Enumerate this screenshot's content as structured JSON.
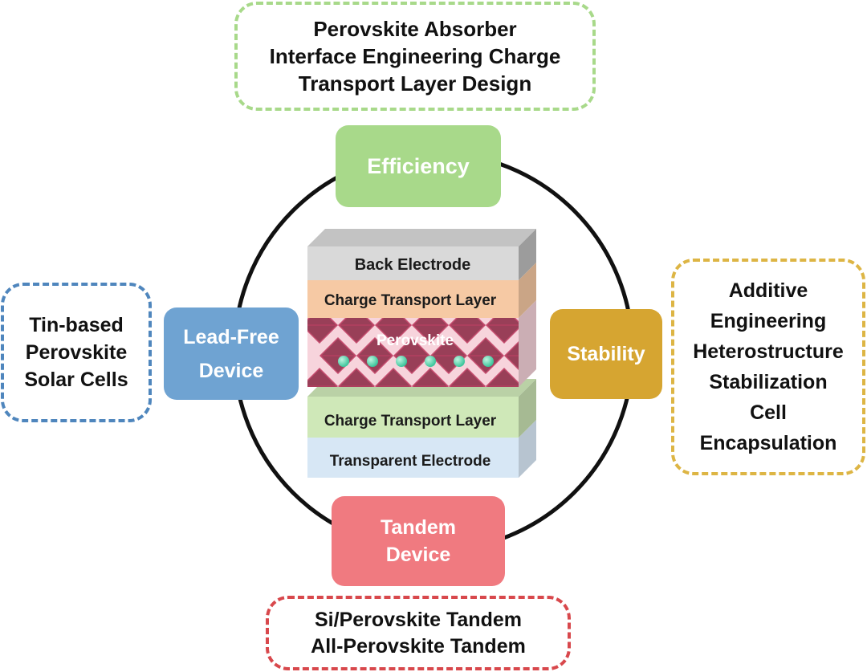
{
  "colors": {
    "efficiency": "#a8d98a",
    "stability": "#d6a531",
    "lead_free": "#6fa3d2",
    "tandem": "#f07a80",
    "efficiency_border": "#a8d98a",
    "stability_border": "#ddb544",
    "lead_free_border": "#4f86bd",
    "tandem_border": "#d8484c",
    "ring": "#111111"
  },
  "categories": {
    "efficiency": {
      "lines": [
        "Efficiency"
      ]
    },
    "stability": {
      "lines": [
        "Stability"
      ]
    },
    "lead_free": {
      "lines": [
        "Lead-Free",
        "Device"
      ]
    },
    "tandem": {
      "lines": [
        "Tandem",
        "Device"
      ]
    }
  },
  "notes": {
    "efficiency": {
      "lines": [
        "Perovskite Absorber",
        "Interface Engineering Charge",
        "Transport Layer Design"
      ]
    },
    "stability": {
      "lines": [
        "Additive",
        "Engineering",
        "Heterostructure",
        "Stabilization",
        "Cell",
        "Encapsulation"
      ]
    },
    "lead_free": {
      "lines": [
        "Tin-based",
        "Perovskite",
        "Solar Cells"
      ]
    },
    "tandem": {
      "lines": [
        "Si/Perovskite Tandem",
        "All-Perovskite Tandem"
      ]
    }
  },
  "device_stack": {
    "layers": {
      "back_electrode": "Back Electrode",
      "top_ctl": "Charge Transport Layer",
      "perovskite": "Perovskite",
      "bottom_ctl": "Charge Transport Layer",
      "transparent_electrode": "Transparent Electrode"
    },
    "colors": {
      "back_electrode": "#d9d9d9",
      "ctl_top": "#f6c9a4",
      "perovskite_bg": "#f7d4dc",
      "perovskite_octahedra": "#8f2f4a",
      "perovskite_atoms": "#3cc59b",
      "ctl_bottom": "#cfe8b8",
      "transparent_electrode": "#d7e7f5"
    }
  }
}
